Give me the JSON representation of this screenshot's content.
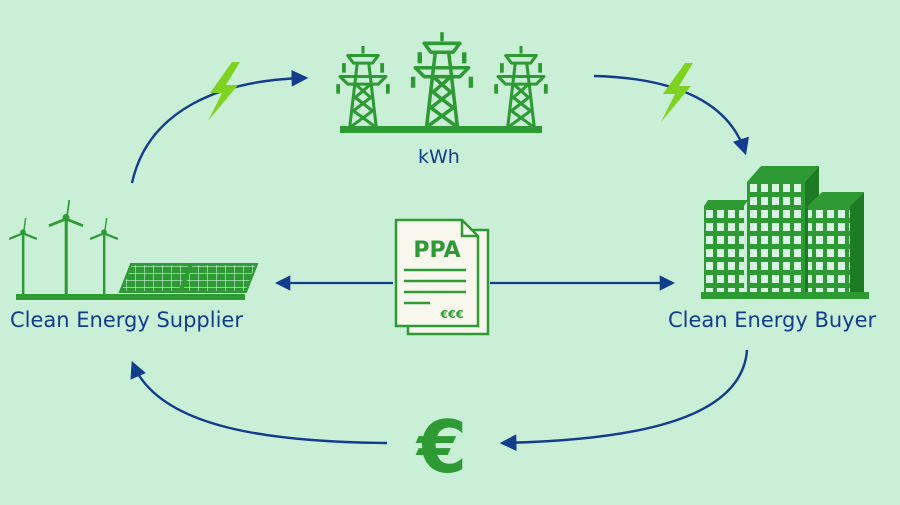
{
  "labels": {
    "supplier": "Clean Energy Supplier",
    "buyer": "Clean Energy Buyer",
    "energy_unit": "kWh"
  },
  "document": {
    "title": "PPA",
    "price_marks": "€€€"
  },
  "payment_symbol": "€",
  "colors": {
    "background": "#c9efd7",
    "green": "#2e9a34",
    "navy": "#123c8c",
    "lightning": "#7ed321",
    "paper": "#f7f7ee"
  }
}
